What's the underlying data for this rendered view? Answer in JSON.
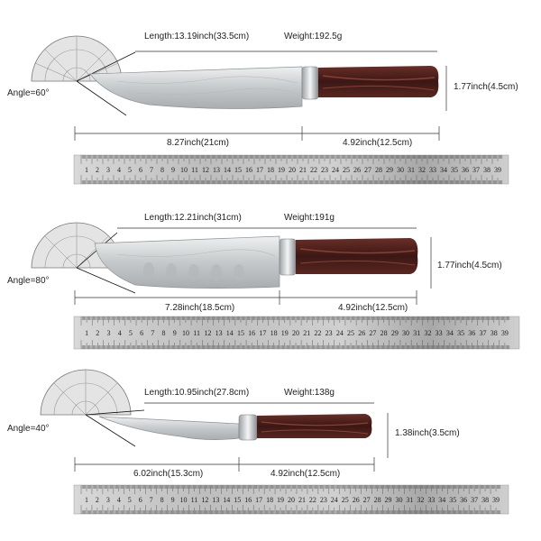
{
  "knives": [
    {
      "name": "chef-knife",
      "angle": "Angle=60°",
      "length": "Length:13.19inch(33.5cm)",
      "weight": "Weight:192.5g",
      "height": "1.77inch(4.5cm)",
      "blade_length": "8.27inch(21cm)",
      "handle_length": "4.92inch(12.5cm)",
      "ruler_numbers": [
        "1",
        "2",
        "3",
        "4",
        "5",
        "6",
        "7",
        "8",
        "9",
        "10",
        "11",
        "12",
        "13",
        "14",
        "15",
        "16",
        "17",
        "18",
        "19",
        "20",
        "21",
        "22",
        "23",
        "24",
        "25",
        "26",
        "27",
        "28",
        "29",
        "30",
        "31",
        "32",
        "33",
        "34",
        "35",
        "36",
        "37",
        "38",
        "39"
      ]
    },
    {
      "name": "santoku-knife",
      "angle": "Angle=80°",
      "length": "Length:12.21inch(31cm)",
      "weight": "Weight:191g",
      "height": "1.77inch(4.5cm)",
      "blade_length": "7.28inch(18.5cm)",
      "handle_length": "4.92inch(12.5cm)",
      "ruler_numbers": [
        "1",
        "2",
        "3",
        "4",
        "5",
        "6",
        "7",
        "8",
        "9",
        "10",
        "11",
        "12",
        "13",
        "14",
        "15",
        "16",
        "17",
        "18",
        "19",
        "20",
        "21",
        "22",
        "23",
        "24",
        "25",
        "26",
        "27",
        "28",
        "29",
        "30",
        "31",
        "32",
        "33",
        "34",
        "35",
        "36",
        "37",
        "38",
        "39"
      ]
    },
    {
      "name": "boning-knife",
      "angle": "Angle=40°",
      "length": "Length:10.95inch(27.8cm)",
      "weight": "Weight:138g",
      "height": "1.38inch(3.5cm)",
      "blade_length": "6.02inch(15.3cm)",
      "handle_length": "4.92inch(12.5cm)",
      "ruler_numbers": [
        "1",
        "2",
        "3",
        "4",
        "5",
        "6",
        "7",
        "8",
        "9",
        "10",
        "11",
        "12",
        "13",
        "14",
        "15",
        "16",
        "17",
        "18",
        "19",
        "20",
        "21",
        "22",
        "23",
        "24",
        "25",
        "26",
        "27",
        "28",
        "29",
        "30",
        "31",
        "32",
        "33",
        "34",
        "35",
        "36",
        "37",
        "38",
        "39"
      ]
    }
  ],
  "colors": {
    "handle": "#4a1f1c",
    "handle_grain": "#7a3a2e",
    "blade": "#cfd1d2",
    "ruler": "#c9c9c9",
    "line": "#333333"
  }
}
